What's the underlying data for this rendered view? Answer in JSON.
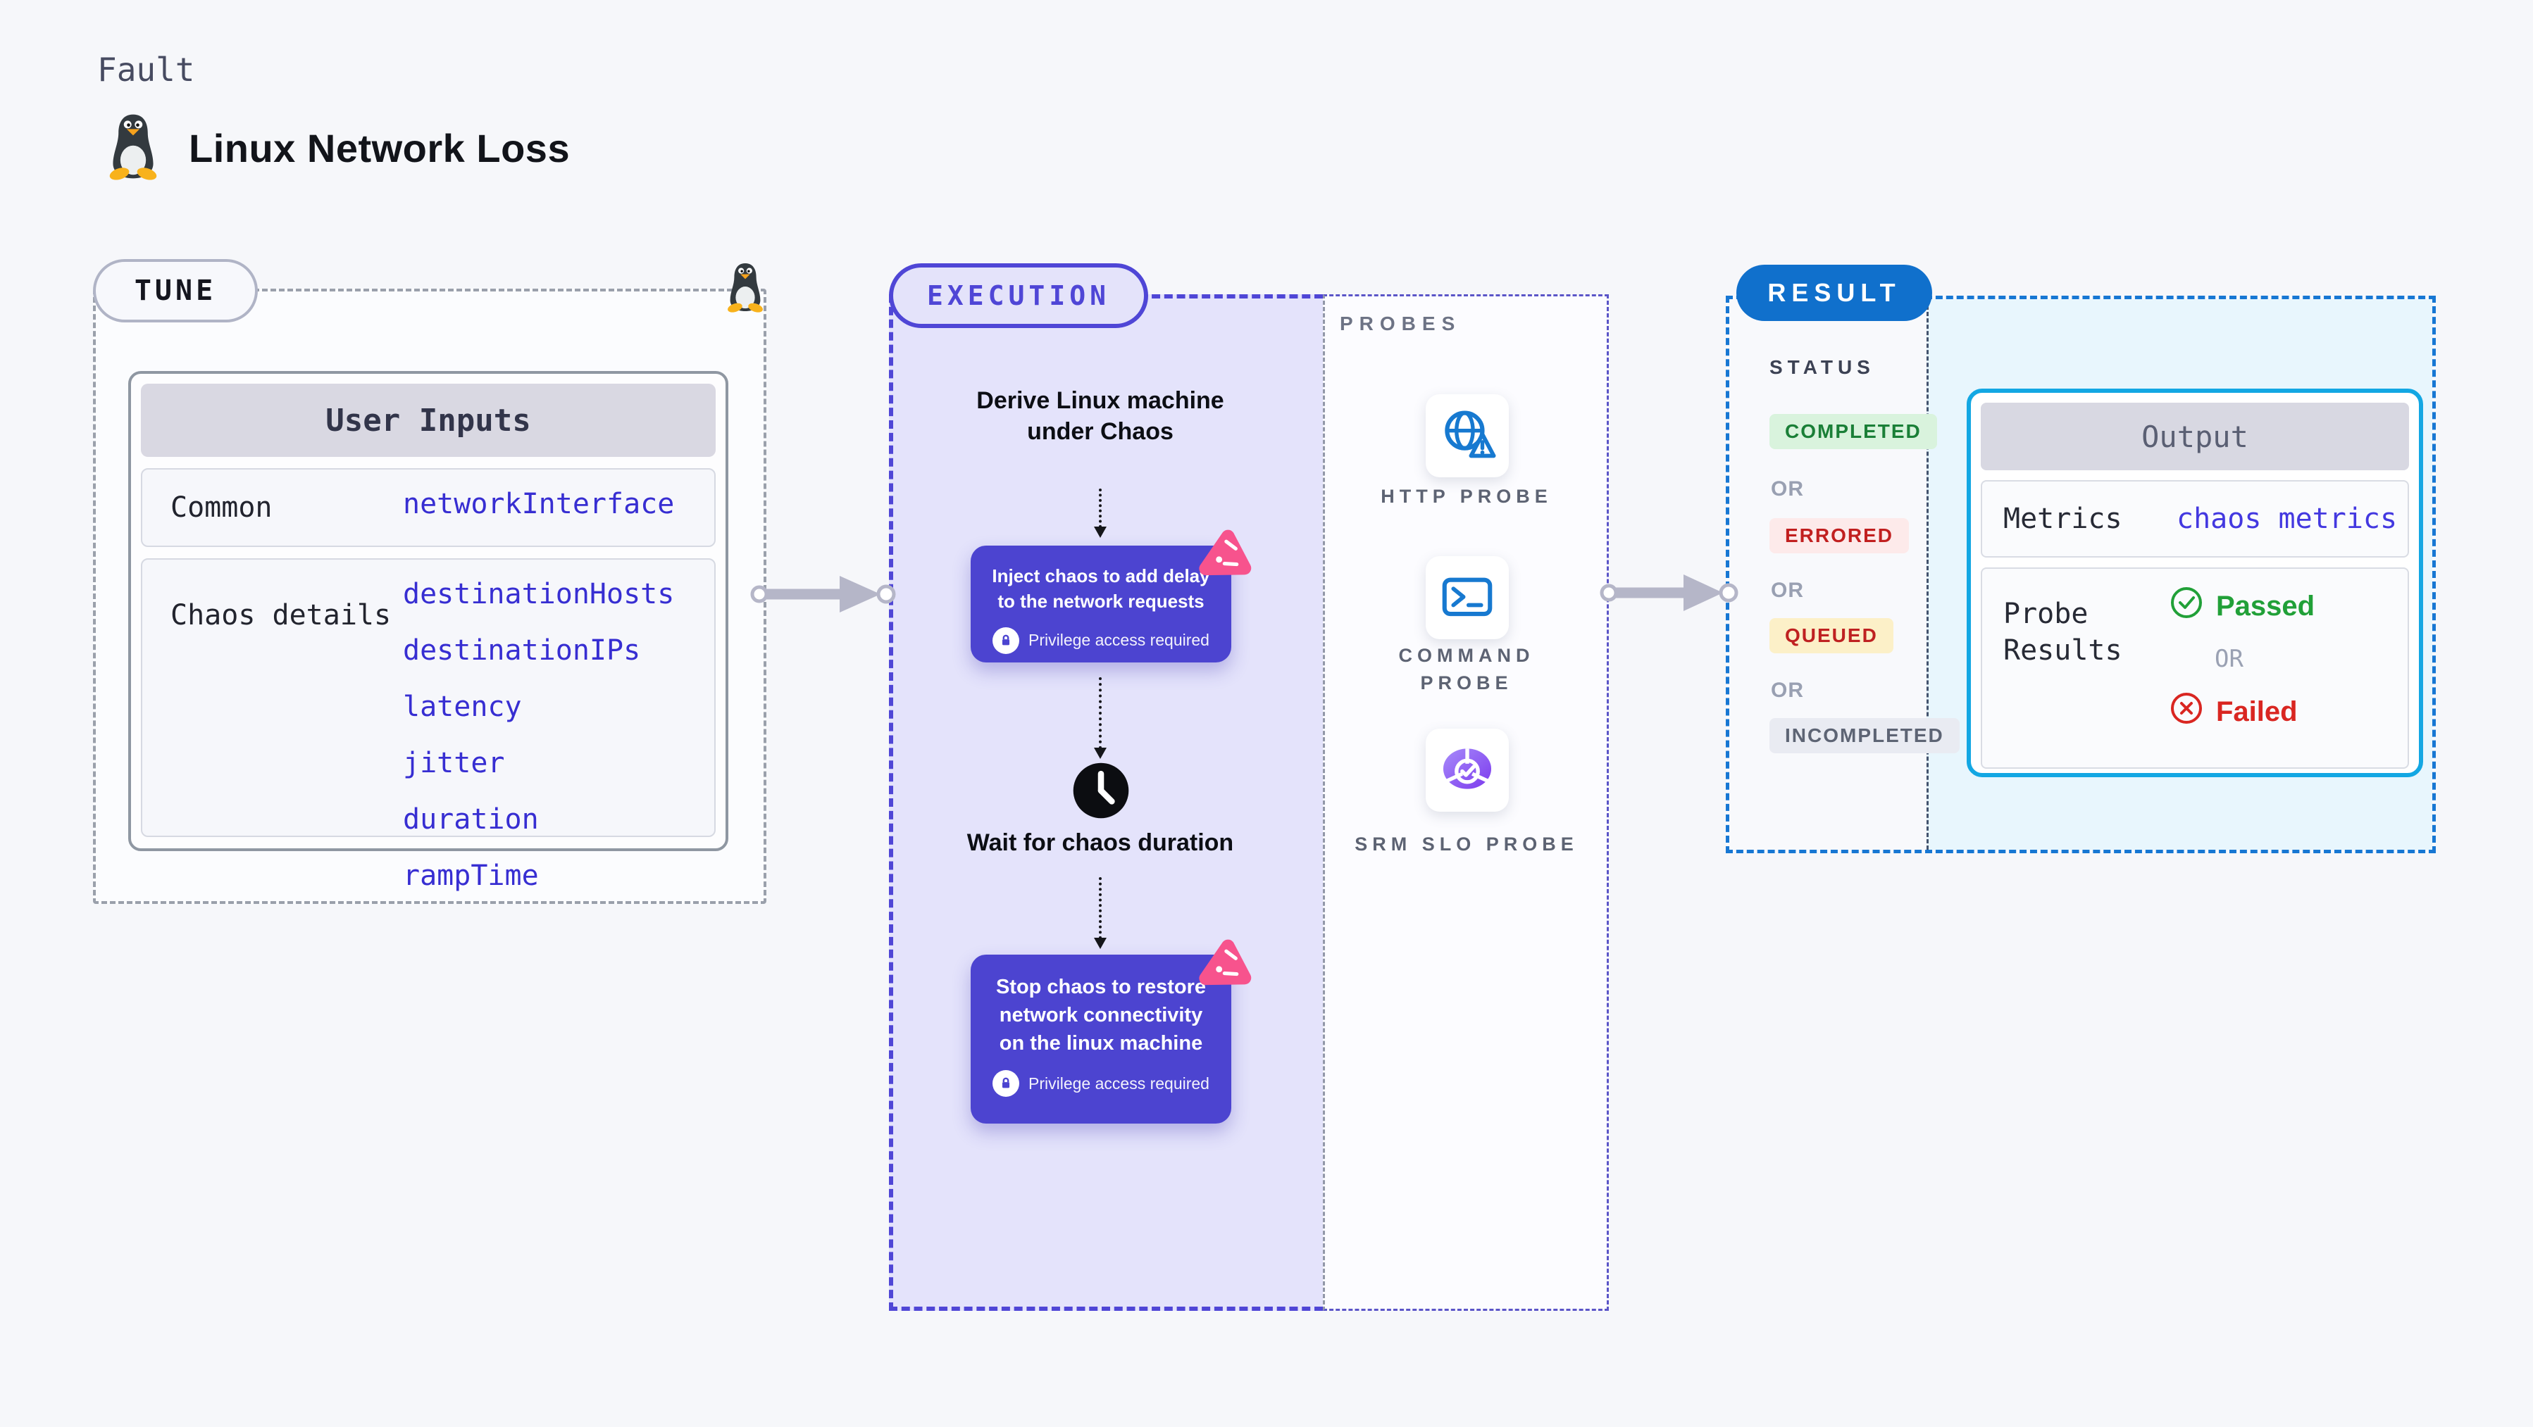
{
  "page": {
    "kicker": "Fault",
    "title": "Linux Network Loss"
  },
  "tune": {
    "badge": "TUNE",
    "table": {
      "header": "User Inputs",
      "rows": [
        {
          "label": "Common",
          "values": [
            "networkInterface"
          ]
        },
        {
          "label": "Chaos details",
          "values": [
            "destinationHosts",
            "destinationIPs",
            "latency",
            "jitter",
            "duration",
            "rampTime"
          ]
        }
      ]
    }
  },
  "execution": {
    "badge": "EXECUTION",
    "derive_step": "Derive Linux machine under Chaos",
    "inject_step": "Inject chaos to add delay to the network requests",
    "wait_step": "Wait for chaos duration",
    "stop_step": "Stop chaos to restore network connectivity on the linux machine",
    "privilege_label": "Privilege access required"
  },
  "probes": {
    "title": "PROBES",
    "items": [
      {
        "label": "HTTP PROBE",
        "icon": "globe-alert-icon"
      },
      {
        "label": "COMMAND PROBE",
        "icon": "terminal-icon"
      },
      {
        "label": "SRM SLO PROBE",
        "icon": "slo-gauge-icon"
      }
    ]
  },
  "result": {
    "badge": "RESULT",
    "status_title": "STATUS",
    "or_label": "OR",
    "statuses": [
      {
        "label": "COMPLETED",
        "type": "success"
      },
      {
        "label": "ERRORED",
        "type": "error"
      },
      {
        "label": "QUEUED",
        "type": "warning"
      },
      {
        "label": "INCOMPLETED",
        "type": "neutral"
      }
    ],
    "output": {
      "header": "Output",
      "metrics_label": "Metrics",
      "metrics_value": "chaos metrics",
      "probe_results_label": "Probe Results",
      "passed_label": "Passed",
      "or_label": "OR",
      "failed_label": "Failed"
    }
  },
  "colors": {
    "indigo_node": "#4c44d0",
    "indigo_border": "#4f46d6",
    "lavender": "#e4e3fb",
    "value_blue": "#372ed2",
    "result_blue": "#1070cc",
    "cyan_border": "#13a7e3",
    "light_blue": "#e8f6fd",
    "success_green": "#1a7f37",
    "error_red": "#c11f1f",
    "accent_pink": "#f7538d"
  }
}
